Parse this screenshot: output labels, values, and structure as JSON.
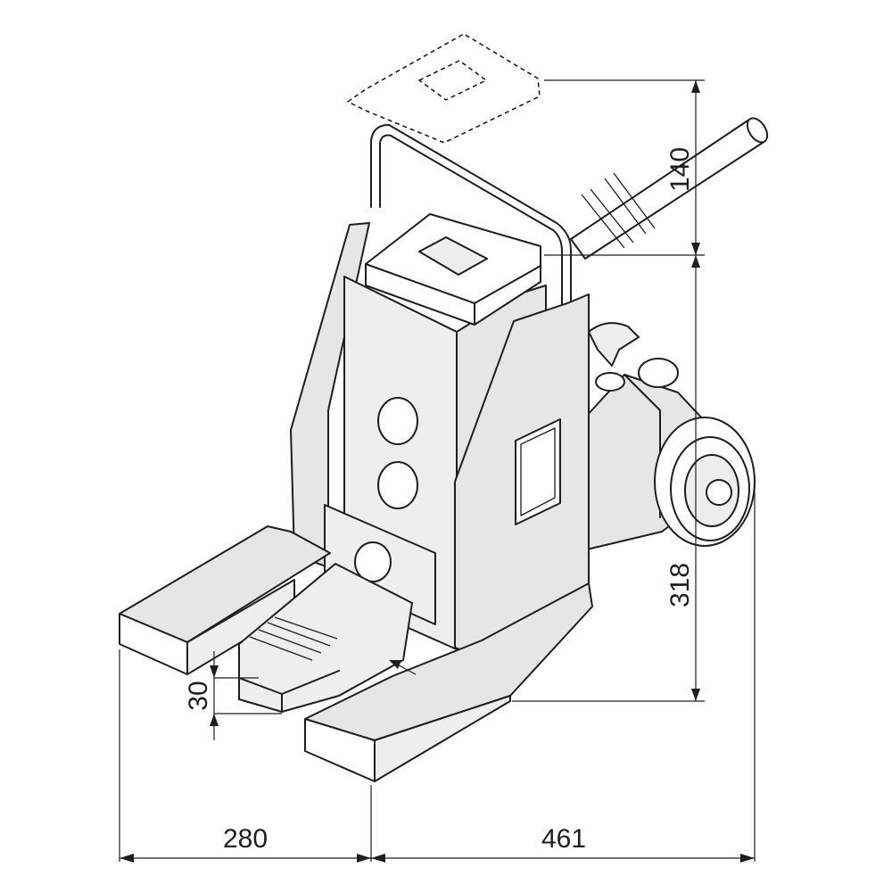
{
  "drawing": {
    "dimensions": {
      "stroke_height": "140",
      "base_height": "318",
      "toe_height": "30",
      "toe_length": "280",
      "base_length": "461"
    }
  }
}
